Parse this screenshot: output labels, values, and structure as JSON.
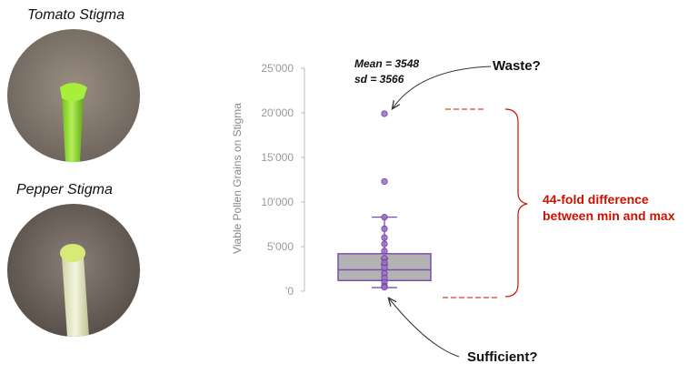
{
  "photos": {
    "tomato_label": "Tomato Stigma",
    "pepper_label": "Pepper Stigma"
  },
  "chart_data": {
    "type": "box",
    "ylabel": "Viable Pollen Grains on Stigma",
    "ylim": [
      0,
      25000
    ],
    "yticks": [
      0,
      5000,
      10000,
      15000,
      20000,
      25000
    ],
    "ytick_labels": [
      "'0",
      "5'000",
      "10'000",
      "15'000",
      "20'000",
      "25'000"
    ],
    "box": {
      "q1": 1200,
      "median": 2400,
      "q3": 4200,
      "mean": 3300,
      "whisker_low": 400,
      "whisker_high": 8300
    },
    "points": [
      19900,
      12300,
      8300,
      7000,
      6000,
      5300,
      4500,
      3700,
      3200,
      2600,
      2000,
      1500,
      1000,
      600,
      450
    ],
    "colors": {
      "box_fill": "#b3b3b3",
      "box_edge": "#7e4fb0",
      "point": "#9b6cc8",
      "axis": "#999999",
      "annotation": "#cc1100"
    }
  },
  "annotations": {
    "mean": "Mean = 3548",
    "sd": "sd = 3566",
    "waste": "Waste?",
    "sufficient": "Sufficient?",
    "difference_line1": "44-fold difference",
    "difference_line2": "between min and max"
  }
}
